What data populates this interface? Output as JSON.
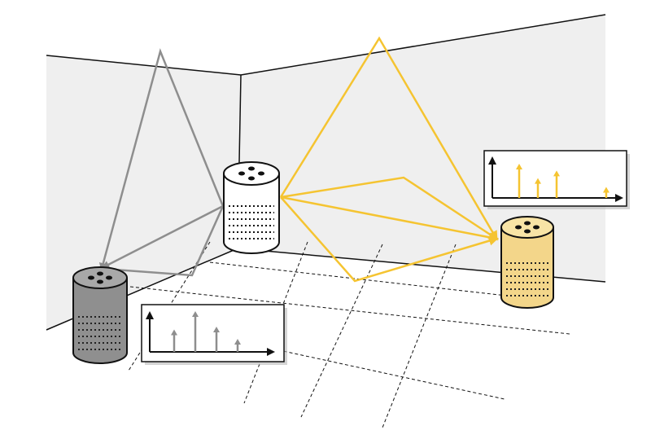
{
  "colors": {
    "wall": "#efefef",
    "line": "#111111",
    "gray_path": "#8e8e8e",
    "yellow_path": "#f5c431",
    "speaker_white": "#ffffff",
    "speaker_gray": "#8f8f8f",
    "speaker_yellow": "#f3d68a"
  },
  "speakers": [
    {
      "role": "source",
      "tone": "white"
    },
    {
      "role": "receiver-left",
      "tone": "gray"
    },
    {
      "role": "receiver-right",
      "tone": "yellow"
    }
  ],
  "impulse_responses": [
    {
      "tone": "gray",
      "taps": [
        0.55,
        1.0,
        0.62,
        0.32
      ]
    },
    {
      "tone": "yellow",
      "taps": [
        1.0,
        0.58,
        0.8,
        0.32
      ]
    }
  ],
  "icons": [
    "speaker-icon",
    "impulse-response-chart",
    "arrow-icon"
  ]
}
